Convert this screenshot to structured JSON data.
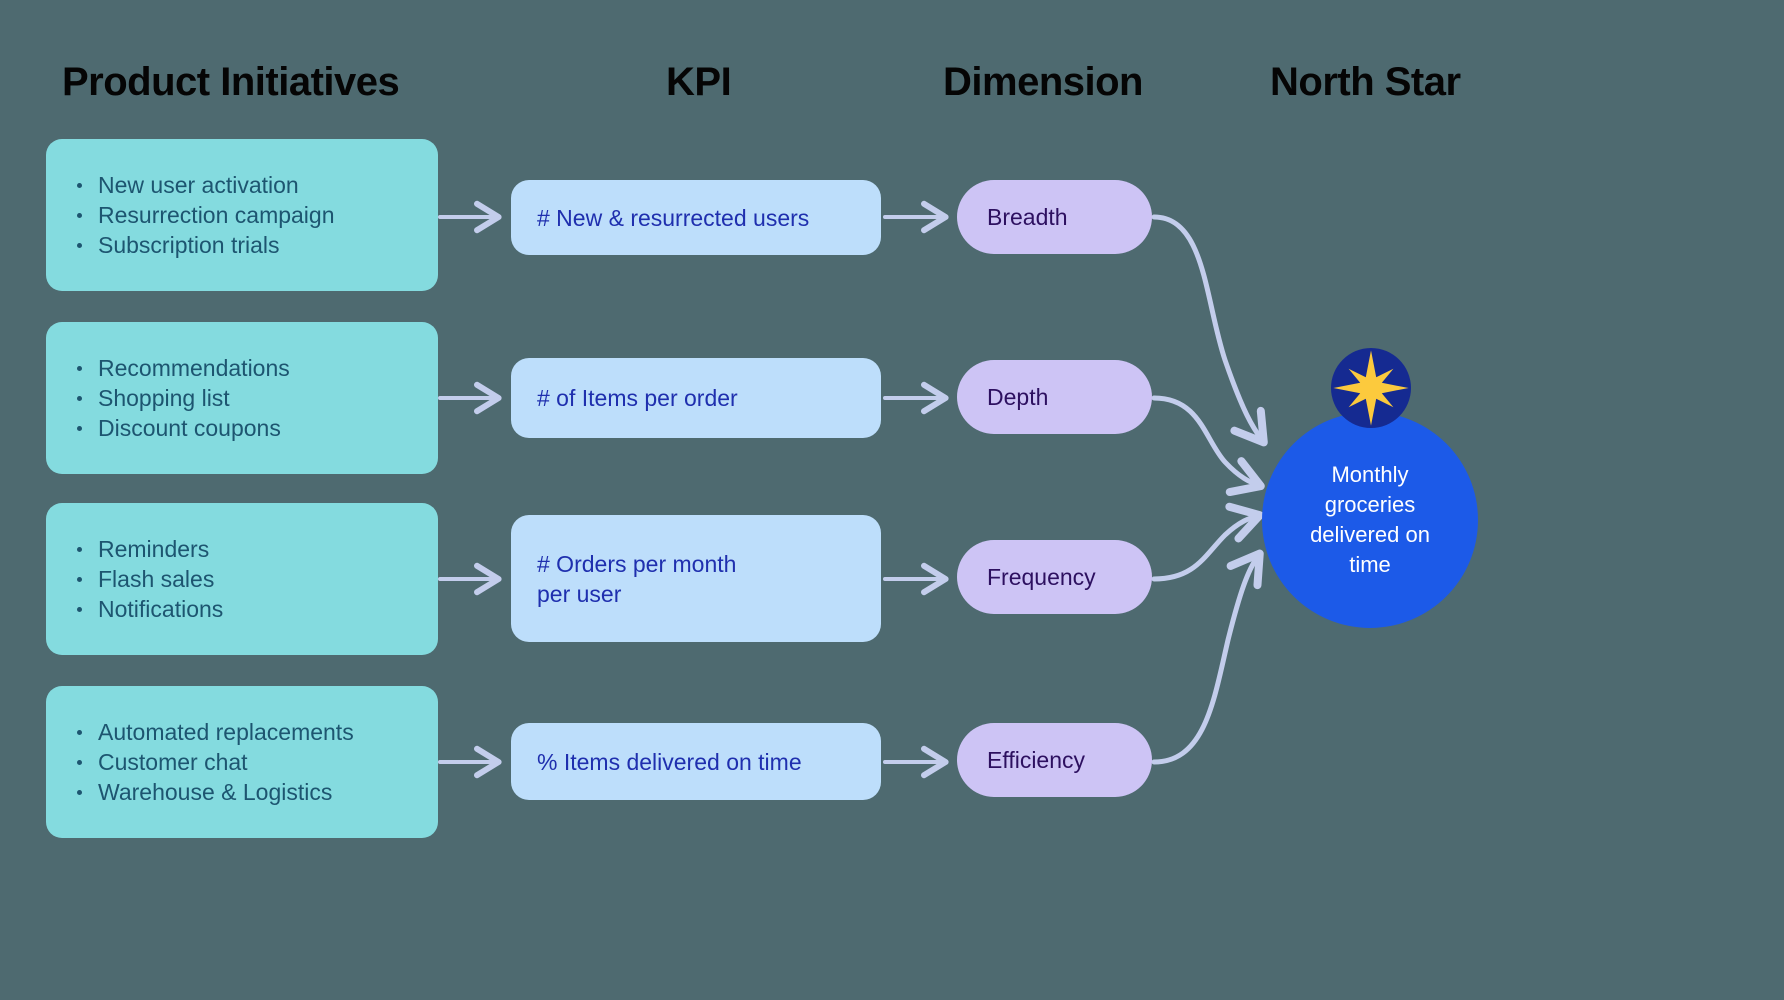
{
  "headers": {
    "initiatives": "Product Initiatives",
    "kpi": "KPI",
    "dimension": "Dimension",
    "north_star": "North Star"
  },
  "colors": {
    "background": "#4e6a70",
    "initiative_card": "#84dbdf",
    "initiative_text": "#1d5570",
    "kpi_card": "#bddefb",
    "kpi_text": "#1f2fae",
    "dimension_pill": "#cdc4f5",
    "dimension_text": "#2d1060",
    "north_star_circle": "#1c5ae8",
    "north_star_badge": "#152a91",
    "north_star_star": "#fcca3d",
    "arrow": "#c3cdec",
    "header_text": "#050505"
  },
  "rows": [
    {
      "initiatives": [
        "New user activation",
        "Resurrection campaign",
        "Subscription trials"
      ],
      "kpi": [
        "# New & resurrected users"
      ],
      "dimension": "Breadth"
    },
    {
      "initiatives": [
        "Recommendations",
        "Shopping list",
        "Discount coupons"
      ],
      "kpi": [
        "# of Items per order"
      ],
      "dimension": "Depth"
    },
    {
      "initiatives": [
        "Reminders",
        "Flash sales",
        "Notifications"
      ],
      "kpi": [
        "# Orders per month",
        "per user"
      ],
      "dimension": "Frequency"
    },
    {
      "initiatives": [
        "Automated replacements",
        "Customer chat",
        "Warehouse & Logistics"
      ],
      "kpi": [
        "% Items delivered on time"
      ],
      "dimension": "Efficiency"
    }
  ],
  "north_star": {
    "label": "Monthly groceries delivered on time",
    "lines": [
      "Monthly",
      "groceries",
      "delivered on",
      "time"
    ],
    "badge_icon": "north-star-burst-icon"
  },
  "icons": {
    "arrow_straight": "arrow-right-icon",
    "arrow_curved": "curved-arrow-icon",
    "bullet": "bullet-dot-icon"
  }
}
